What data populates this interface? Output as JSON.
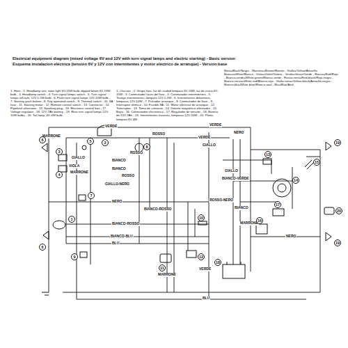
{
  "diagram": {
    "title": "Electrical equipment diagram (mixed voltage 6V and 12V with turn signal lamps and electric starting) - Basic version",
    "labels": [
      "Esquema instalacion eléctrica (tensión 6V y 12V con intermitentes y motor eléctrico de arranque) - Versión base",
      "1. Horn - 2. Headlamp unit, town light 6V-15W bulb; dipped beam 6V-15W bulb - 3. Headlamp switch - 4. Turn signal lamps switch - 5. Turn signal lamps tell-tale, 12V-1.2W bulb - 6. Front turn signal lamps 12V-10W bulb - 7. Starting push button - 8. Key operated switch - 9. Thermal switch - 10. 8A fuse - 11. Starting motor - 12. Remote control switch - 13. Connector - 14. Flywheel alternator - 15. Sparking plug - 16. Electronic control box - 17. Voltage regulator - 18. 12V-7Ah battery - 19. Rear turn signal lamps 12V-10W bulbs - 20. Tail lamp, 6V-4W bulb.",
      "1. Clacson - 2. Grupo faro, luz de ciudad lámpara 6V-15W, luz de cruce 6V-15W - 3. Conmutador luces del faro - 4. Conmutador intermitentes - 5. Testigo intermitentes, lámpara 12V-1,2W - 6. Intermitentes delanteros, lámparas 12V-10W - 7. Pulsador arranque - 8. Conmutador de llave - 9. Interruptor térmico - 10. Fusible 8A - 11. Motor eléctrico de arranque - 12. Telerruptor - 13. Toma de contacto - 14. Volante magnético alternador - 15. Bujía - 16. Conmutador electrónico - 17. Regulador de tensión - 18. Batería de 12V-7Ah - 19. Intermitentes traseros, lámparas 12V-10W - 20. Piloto, lámpara 6V-4W",
      "Nero=Black/Negro - Marrone=Brown/Marrón - Giallo=Yellow/Amarillo - Bianco=White/Blanco - Viola=Violet/Violeta - Verde=Green/Verde - Rosso=Red/Rojo - Bianco-verde=White-green/Blanco-verde - Rosso-nero=Red-black/Rojo-negro - Bianco-rosso=White-red/Blanco-rojo - Giallo-nero=Yellow-black/Amarillo-negro - Bianco-blu=White-blue/Blanco-azul - Blu=Blue/Azul",
      "VERDE",
      "VERDE",
      "ROSSO",
      "MARRONE",
      "NERO",
      "VERDE",
      "GIALLO",
      "ROSSO",
      "BIANCO",
      "GIALLO",
      "VIOLA",
      "MARRONE",
      "BIANCO",
      "ROSSO",
      "GIALLO-NERO",
      "NERO",
      "BIANCO-ROSSO",
      "BIANCO-ROSSO",
      "BIANCO-BLU",
      "BLU",
      "MARRONE",
      "VERDE",
      "BLU",
      "GIALLO",
      "BIANCO-VERDE",
      "ROSSO-NERO",
      "BIANCO",
      "MARRONE",
      "NERO",
      "1",
      "2",
      "3",
      "4",
      "5",
      "6",
      "6",
      "7",
      "8",
      "9",
      "10",
      "11",
      "12",
      "13",
      "14",
      "15",
      "16",
      "17",
      "18",
      "19",
      "19",
      "20"
    ]
  }
}
